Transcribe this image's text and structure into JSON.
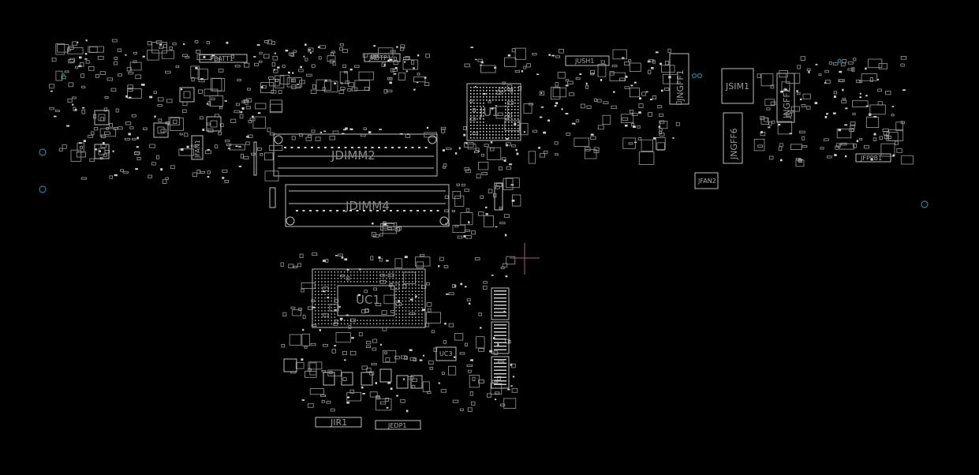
{
  "viewer": {
    "background": "#000000",
    "outline_color": "#bdbdbd",
    "via_color": "#2f7f8f",
    "cursor_color": "#a0607a"
  },
  "components": {
    "uc1": "UC1",
    "ju1": "JU1",
    "jdimm2": "JDIMM2",
    "jdimm4": "JDIMM4",
    "jsim1": "JSIM1",
    "jngff1": "JNGFF1",
    "jngff2": "JNGFF2",
    "jngff6": "JNGFF6",
    "jush1": "JUSH1",
    "jkbtp1": "JKBTP1",
    "pbatt1": "PBATT1",
    "jfppb1": "JFPPB1",
    "jfan2": "JFAN2",
    "jfan1": "JFAN1",
    "jir1": "JIR1",
    "jedp1": "JEDP1",
    "ucx": "UC3"
  },
  "cursor": {
    "icon": "crosshair-icon"
  }
}
